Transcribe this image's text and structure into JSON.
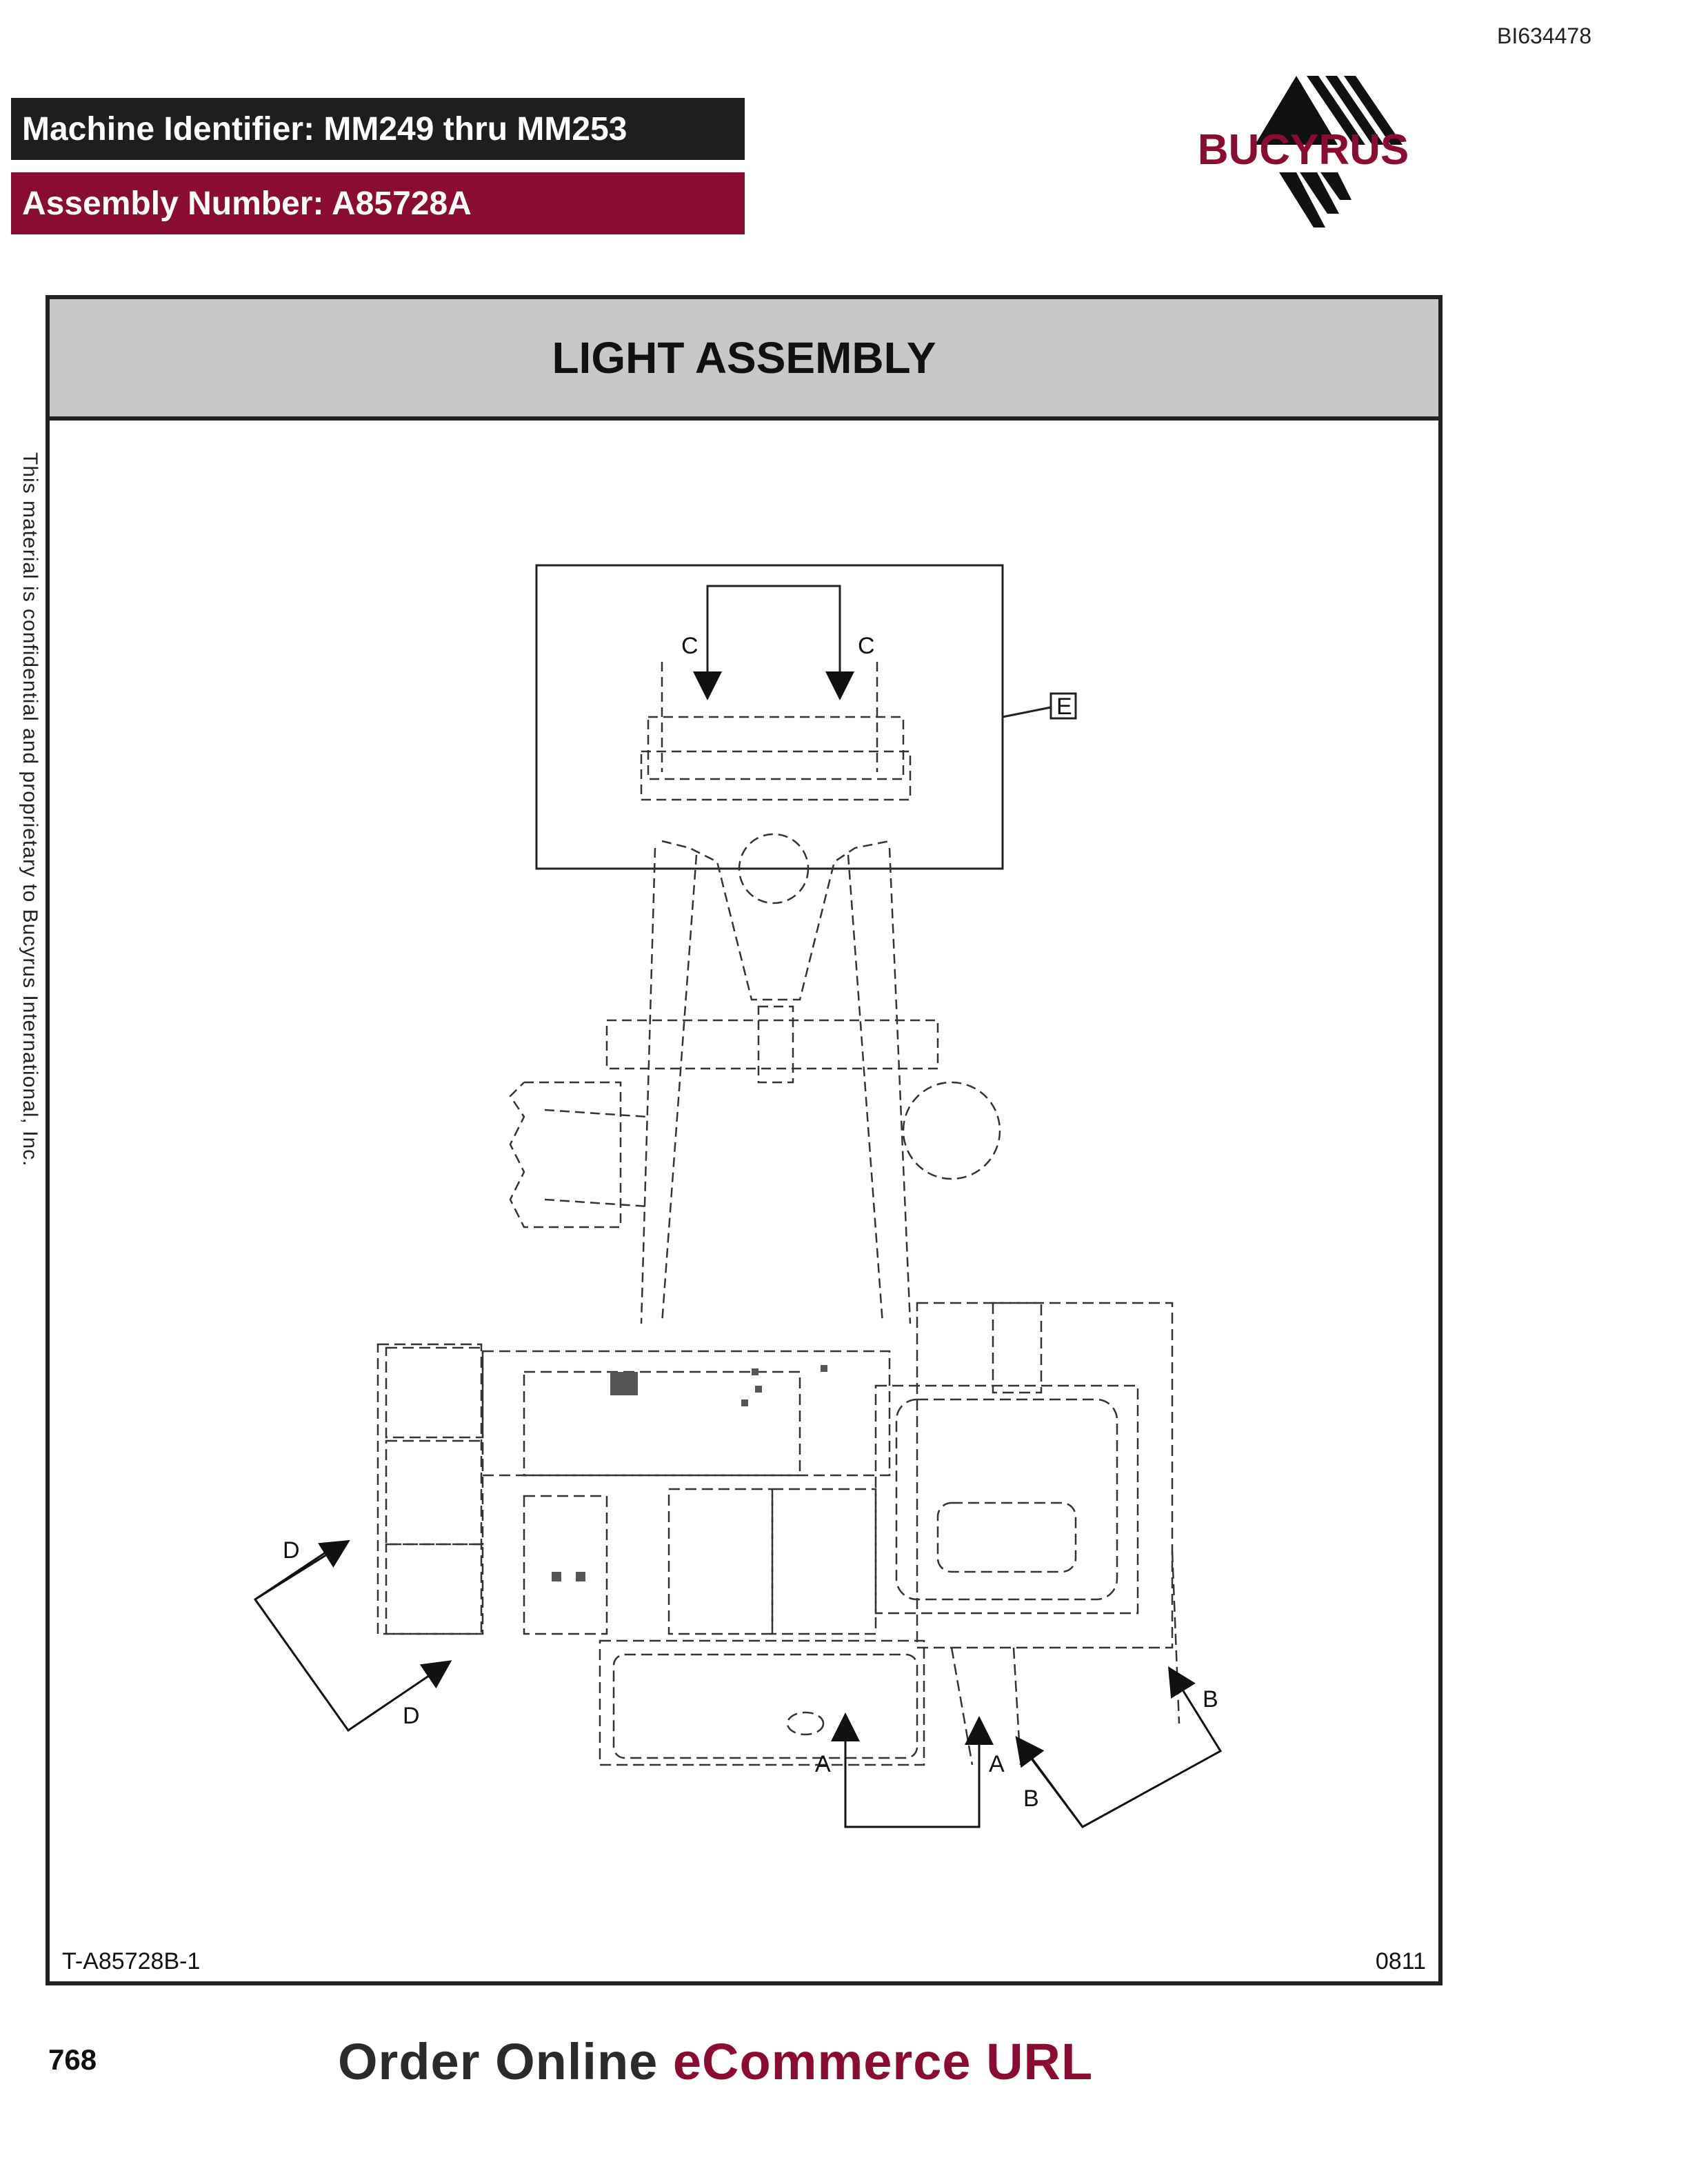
{
  "doc_id": "BI634478",
  "header": {
    "machine_identifier": "Machine Identifier: MM249 thru MM253",
    "assembly_number": "Assembly Number: A85728A"
  },
  "logo": {
    "text": "BUCYRUS",
    "color": "#8a0c31"
  },
  "title": "LIGHT ASSEMBLY",
  "side_note": "This material is confidential and proprietary to Bucyrus International, Inc.",
  "drawing": {
    "callouts": [
      "C",
      "C",
      "E",
      "D",
      "D",
      "A",
      "A",
      "B",
      "B"
    ]
  },
  "drawing_ref": "T-A85728B-1",
  "drawing_date_code": "0811",
  "footer": {
    "page_number": "768",
    "order_text_part1": "Order Online ",
    "order_text_part2": "eCommerce URL"
  },
  "colors": {
    "brand_maroon": "#8a0c31",
    "header_dark": "#1e1e1e",
    "title_band": "#c8c8c8"
  }
}
